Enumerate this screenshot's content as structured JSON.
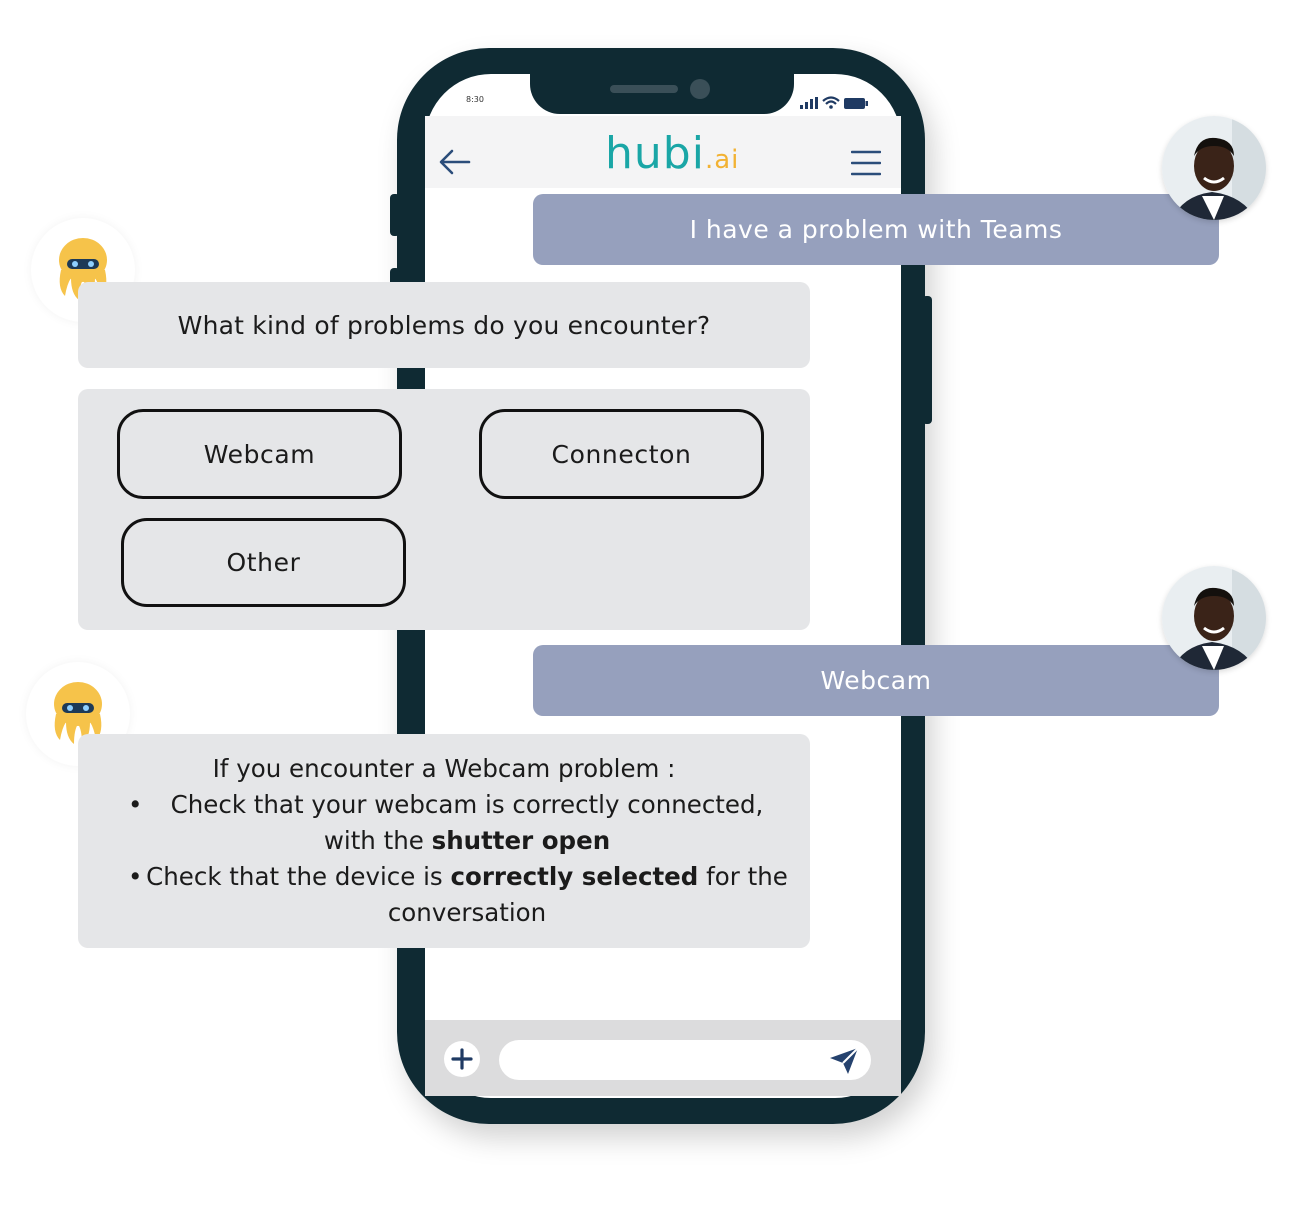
{
  "status": {
    "time": "8:30"
  },
  "header": {
    "logo_main": "hubi",
    "logo_suffix": ".ai"
  },
  "chat": {
    "user_message_1": "I have a problem with Teams",
    "bot_question": "What kind of problems do you encounter?",
    "choices": [
      "Webcam",
      "Connecton",
      "Other"
    ],
    "user_message_2": "Webcam",
    "answer": {
      "intro": "If you encounter a Webcam problem :",
      "bullet1_pre": "Check that your webcam is correctly connected, with the ",
      "bullet1_bold": "shutter open",
      "bullet2_pre": "Check that the device is ",
      "bullet2_bold": "correctly selected",
      "bullet2_post": " for the conversation"
    }
  },
  "input": {
    "placeholder": ""
  },
  "colors": {
    "phone_frame": "#0f2a33",
    "user_bubble": "#96a0bd",
    "bot_bubble": "#e5e6e8",
    "logo_teal": "#1aa6a6",
    "logo_accent": "#f2b233",
    "send_icon": "#25426e"
  },
  "icons": {
    "back": "arrow-left-icon",
    "menu": "hamburger-menu-icon",
    "add": "plus-icon",
    "send": "paper-plane-icon",
    "bot": "octopus-mascot-icon"
  }
}
